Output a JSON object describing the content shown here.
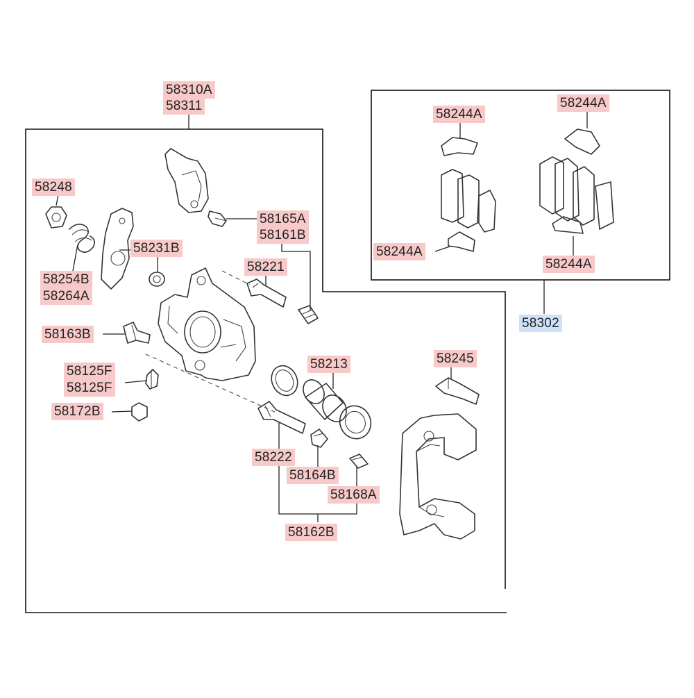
{
  "labels": {
    "caliper_assy_a": "58310A",
    "caliper_assy_b": "58311",
    "nut": "58248",
    "spring_a": "58254B",
    "spring_b": "58264A",
    "lever_washer": "58231B",
    "bolt_lever": "58165A",
    "guide_kit_top": "58161B",
    "guide_pin_upper": "58221",
    "bolt_caliper": "58163B",
    "bleeder_a": "58125F",
    "bleeder_b": "58125F",
    "bleeder_cap": "58172B",
    "piston": "58213",
    "guide_pin_lower": "58222",
    "boot_lower": "58164B",
    "bushing": "58168A",
    "guide_kit_bottom": "58162B",
    "pad_spring": "58245",
    "shim_tl": "58244A",
    "shim_tr": "58244A",
    "shim_bl": "58244A",
    "shim_br": "58244A",
    "pad_kit": "58302"
  }
}
